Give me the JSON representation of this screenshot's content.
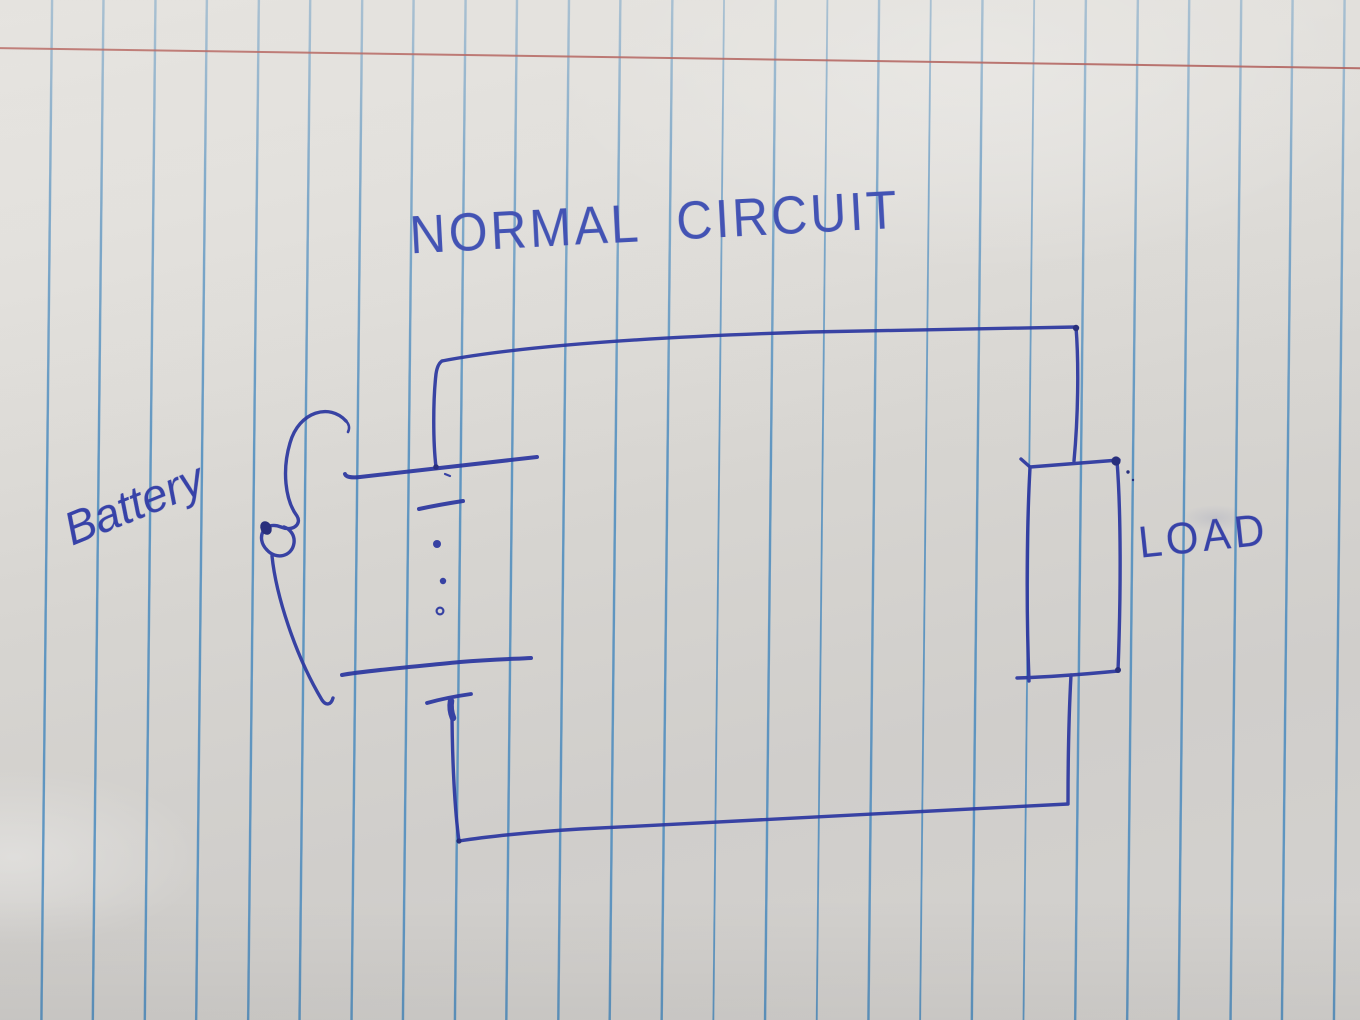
{
  "meta": {
    "description": "Hand-drawn electrical circuit diagram in blue ballpoint pen on vertically-ruled notebook paper",
    "diagram_type": "circuit"
  },
  "labels": {
    "title": "NORMAL CIRCUIT",
    "battery": "Battery",
    "load": "LOAD"
  },
  "components": [
    {
      "id": "battery",
      "type": "battery-cells",
      "label": "Battery",
      "symbol": "two long plates with short plates and three dots indicating additional cells"
    },
    {
      "id": "load",
      "type": "load-resistor-box",
      "label": "LOAD",
      "symbol": "rectangle"
    },
    {
      "id": "wire-loop",
      "type": "wire",
      "connects": [
        "battery",
        "load"
      ],
      "shape": "rectangular loop"
    },
    {
      "id": "battery-brace",
      "type": "annotation-brace",
      "points_to": "battery"
    }
  ],
  "colors": {
    "ink": "#2c37a0",
    "ink_dark_blobs": "#1b2377",
    "paper": "#dad8d4",
    "ruled_line": "#3e84bc",
    "margin_line": "#b46a64"
  }
}
